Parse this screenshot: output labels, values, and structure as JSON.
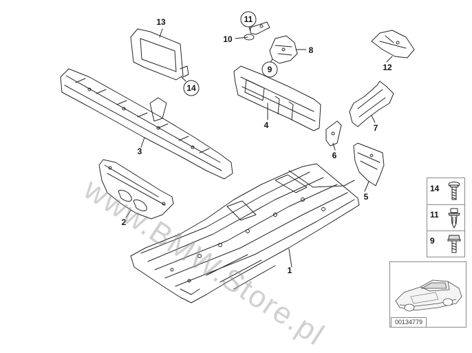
{
  "diagram": {
    "callouts": [
      "1",
      "2",
      "3",
      "4",
      "5",
      "6",
      "7",
      "8",
      "9",
      "10",
      "11",
      "12",
      "13",
      "14"
    ],
    "watermark": "www.BMW.Store.pl",
    "diagram_id": "00134779"
  },
  "legend": {
    "items": [
      {
        "number": "14",
        "icon": "screw-icon"
      },
      {
        "number": "11",
        "icon": "expanding-rivet-icon"
      },
      {
        "number": "9",
        "icon": "bolt-icon"
      }
    ]
  }
}
